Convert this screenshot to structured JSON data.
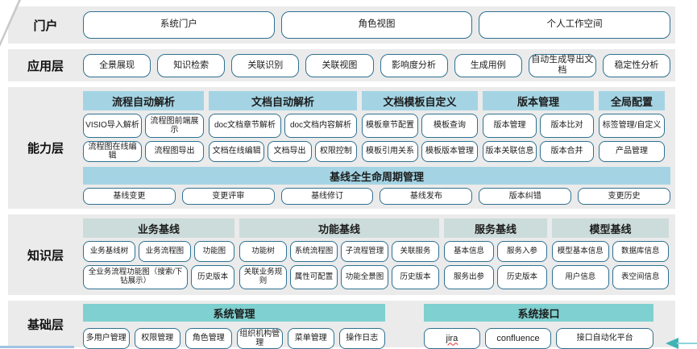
{
  "colors": {
    "band_bg": "#ebebeb",
    "capability_header_bg": "#a4d4e4",
    "knowledge_header_bg": "#ccdcda",
    "foundation_header_bg": "#7fd0d0",
    "box_border": "#2f7190",
    "accent_arrow": "#41b3b5",
    "bottom_line": "#9fc3e3",
    "spellcheck_underline": "#e03030"
  },
  "layers": {
    "portal": {
      "label": "门户",
      "items": [
        "系统门户",
        "角色视图",
        "个人工作空间"
      ]
    },
    "application": {
      "label": "应用层",
      "items": [
        "全景展现",
        "知识检索",
        "关联识别",
        "关联视图",
        "影响度分析",
        "生成用例",
        "自动生成导出文档",
        "稳定性分析"
      ]
    },
    "capability": {
      "label": "能力层",
      "groups": [
        {
          "header": "流程自动解析",
          "rows": [
            [
              "VISIO导入解析",
              "流程图前端展示"
            ],
            [
              "流程图在线编辑",
              "流程图导出"
            ]
          ]
        },
        {
          "header": "文档自动解析",
          "rows": [
            [
              "doc文档章节解析",
              "doc文档内容解析"
            ],
            [
              "文档在线编辑",
              "文档导出",
              "权限控制"
            ]
          ]
        },
        {
          "header": "文档模板自定义",
          "rows": [
            [
              "模板章节配置",
              "模板查询"
            ],
            [
              "模板引用关系",
              "模板版本管理"
            ]
          ]
        },
        {
          "header": "版本管理",
          "rows": [
            [
              "版本管理",
              "版本比对"
            ],
            [
              "版本关联信息",
              "版本合并"
            ]
          ]
        },
        {
          "header": "全局配置",
          "rows": [
            [
              "标签管理/自定义"
            ],
            [
              "产品管理"
            ]
          ]
        }
      ],
      "baseline": {
        "header": "基线全生命周期管理",
        "items": [
          "基线变更",
          "变更评审",
          "基线修订",
          "基线发布",
          "版本纠错",
          "变更历史"
        ]
      }
    },
    "knowledge": {
      "label": "知识层",
      "groups": [
        {
          "header": "业务基线",
          "rows": [
            [
              "业务基线树",
              "业务流程图",
              "功能图"
            ],
            [
              "全业务流程功能图（搜索/下钻展示）",
              "历史版本"
            ]
          ]
        },
        {
          "header": "功能基线",
          "rows": [
            [
              "功能树",
              "系统流程图",
              "子流程管理",
              "关联服务"
            ],
            [
              "关联业务规则",
              "属性可配置",
              "功能全景图",
              "历史版本"
            ]
          ]
        },
        {
          "header": "服务基线",
          "rows": [
            [
              "基本信息",
              "服务入参"
            ],
            [
              "服务出参",
              "历史版本"
            ]
          ]
        },
        {
          "header": "模型基线",
          "rows": [
            [
              "模型基本信息",
              "数据库信息"
            ],
            [
              "用户信息",
              "表空间信息"
            ]
          ]
        }
      ]
    },
    "foundation": {
      "label": "基础层",
      "groups": [
        {
          "header": "系统管理",
          "rows": [
            [
              "多用户管理",
              "权限管理",
              "角色管理",
              "组织机构管理",
              "菜单管理",
              "操作日志"
            ]
          ]
        },
        {
          "header": "系统接口",
          "rows": [
            [
              "jira",
              "confluence",
              "接口自动化平台"
            ]
          ]
        }
      ]
    }
  }
}
